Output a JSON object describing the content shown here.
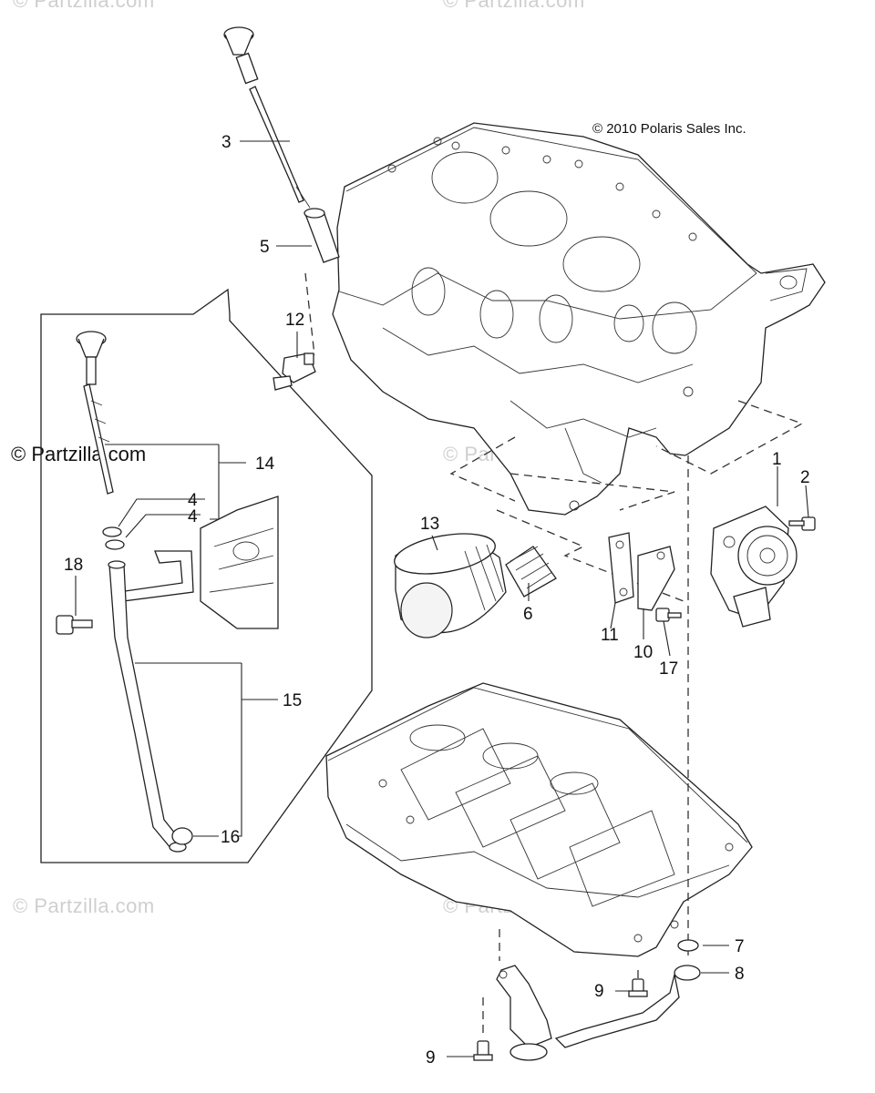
{
  "copyright": "© 2010 Polaris Sales Inc.",
  "watermarks": {
    "top_left": "© Partzilla.com",
    "top_center": "© Partzilla.com",
    "mid_left": "© Partzilla.com",
    "mid_center": "© Partzilla.com",
    "bottom_left": "© Partzilla.com",
    "bottom_center": "© Partzilla.com"
  },
  "callouts": [
    {
      "id": "c1",
      "label": "1"
    },
    {
      "id": "c2",
      "label": "2"
    },
    {
      "id": "c3",
      "label": "3"
    },
    {
      "id": "c4a",
      "label": "4"
    },
    {
      "id": "c4b",
      "label": "4"
    },
    {
      "id": "c5",
      "label": "5"
    },
    {
      "id": "c6",
      "label": "6"
    },
    {
      "id": "c7",
      "label": "7"
    },
    {
      "id": "c8",
      "label": "8"
    },
    {
      "id": "c9a",
      "label": "9"
    },
    {
      "id": "c9b",
      "label": "9"
    },
    {
      "id": "c10",
      "label": "10"
    },
    {
      "id": "c11",
      "label": "11"
    },
    {
      "id": "c12",
      "label": "12"
    },
    {
      "id": "c13",
      "label": "13"
    },
    {
      "id": "c14",
      "label": "14"
    },
    {
      "id": "c15",
      "label": "15"
    },
    {
      "id": "c16",
      "label": "16"
    },
    {
      "id": "c17",
      "label": "17"
    },
    {
      "id": "c18",
      "label": "18"
    }
  ]
}
